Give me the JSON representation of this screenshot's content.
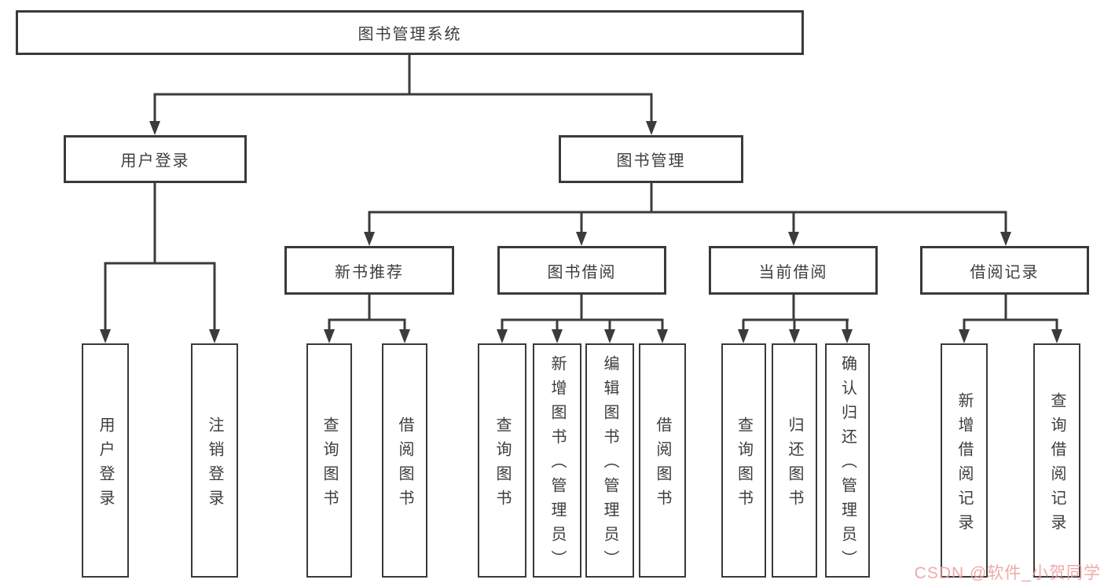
{
  "tree": {
    "root": "图书管理系统",
    "children": [
      {
        "label": "用户登录",
        "children": [
          "用户登录",
          "注销登录"
        ]
      },
      {
        "label": "图书管理",
        "children": [
          {
            "label": "新书推荐",
            "children": [
              "查询图书",
              "借阅图书"
            ]
          },
          {
            "label": "图书借阅",
            "children": [
              "查询图书",
              "新增图书（管理员）",
              "编辑图书（管理员）",
              "借阅图书"
            ]
          },
          {
            "label": "当前借阅",
            "children": [
              "查询图书",
              "归还图书",
              "确认归还（管理员）"
            ]
          },
          {
            "label": "借阅记录",
            "children": [
              "新增借阅记录",
              "查询借阅记录"
            ]
          }
        ]
      }
    ]
  },
  "watermark": {
    "text": "CSDN @软件_小贺同学",
    "color": "#f0a0a0"
  },
  "colors": {
    "line": "#3b3b3b",
    "box_border": "#3a3a3a",
    "text": "#3d3d3d",
    "background": "#ffffff",
    "watermark_pink": "#f0a0a0"
  }
}
